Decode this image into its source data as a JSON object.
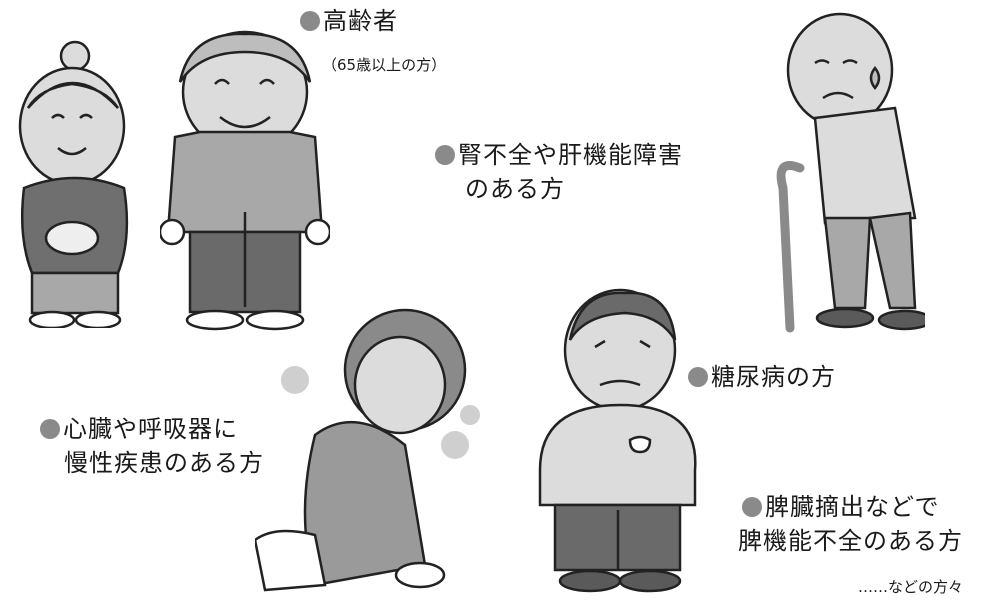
{
  "labels": {
    "elderly": {
      "title": "高齢者",
      "note": "（65歳以上の方）"
    },
    "kidney_liver": {
      "line1": "腎不全や肝機能障害",
      "line2": "のある方"
    },
    "heart_lung": {
      "line1": "心臓や呼吸器に",
      "line2": "慢性疾患のある方"
    },
    "diabetes": {
      "title": "糖尿病の方"
    },
    "spleen": {
      "line1": "脾臓摘出などで",
      "line2": "脾機能不全のある方"
    },
    "etc": "……などの方々"
  },
  "colors": {
    "bullet": "#8a8a8a",
    "dark_gray": "#6a6a6a",
    "mid_gray": "#a8a8a8",
    "light_gray": "#dcdcdc"
  }
}
